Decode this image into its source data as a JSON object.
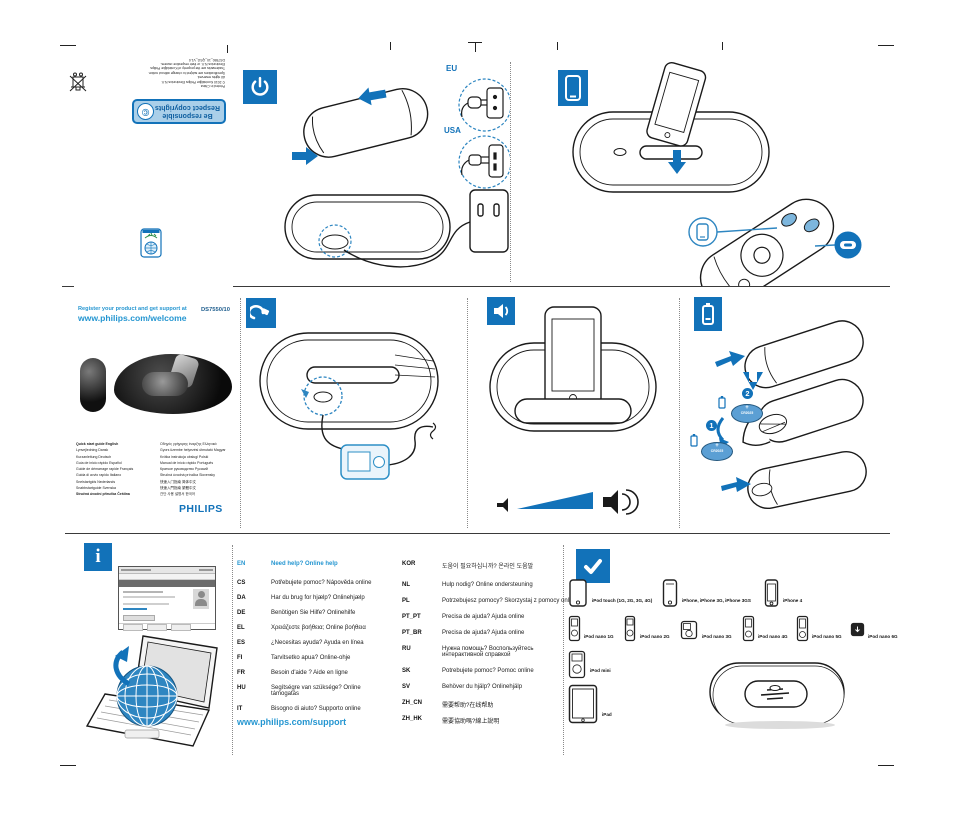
{
  "brand": "PHILIPS",
  "cover": {
    "register_line1": "Register your product and get support at",
    "register_line2": "www.philips.com/welcome",
    "model": "DS7550/10",
    "languages_left": [
      "Quick start guide English",
      "Lynvejledning Dansk",
      "Kurzanleitung Deutsch",
      "Guía de inicio rápido Español",
      "Guide de démarrage rapide Français",
      "Guida di avvio rapido Italiano",
      "Snelstartgids Nederlands",
      "Snabbstartguide Svenska",
      "Stručná úvodní příručka Čeština"
    ],
    "languages_right": [
      "Οδηγός γρήγορης έναρξης Ελληνικά",
      "Gyors üzembe helyezési útmutató Magyar",
      "Krótka instrukcja obsługi Polski",
      "Manual de início rápido Português",
      "Краткое руководство Русский",
      "Stručná úvodná príručka Slovensky",
      "快速入门指南 简体中文",
      "快速入門指南 繁體中文",
      "간단 사용 설명서 한국어"
    ]
  },
  "back": {
    "imprint": [
      "Printed in China",
      "© 2010 Koninklijke Philips Electronics N.V.",
      "All rights reserved.",
      "Specifications are subject to change without notice.",
      "Trademarks are the property of Koninklijke Philips",
      "Electronics N.V. or their respective owners.",
      "DS7550_10_QSG_V1.0"
    ],
    "badge_line1": "Be responsible",
    "badge_line2": "Respect copyrights"
  },
  "plugs": {
    "eu": "EU",
    "usa": "USA"
  },
  "battery": {
    "type": "CR2025",
    "steps": [
      "1",
      "2"
    ]
  },
  "help": {
    "left": [
      {
        "code": "EN",
        "text": "Need help? Online help"
      },
      {
        "code": "CS",
        "text": "Potřebujete pomoc? Nápověda online"
      },
      {
        "code": "DA",
        "text": "Har du brug for hjælp? Onlinehjælp"
      },
      {
        "code": "DE",
        "text": "Benötigen Sie Hilfe? Onlinehilfe"
      },
      {
        "code": "EL",
        "text": "Χρειάζεστε βοήθεια; Online βοήθεια"
      },
      {
        "code": "ES",
        "text": "¿Necesitas ayuda? Ayuda en línea"
      },
      {
        "code": "FI",
        "text": "Tarvitsetko apua? Online-ohje"
      },
      {
        "code": "FR",
        "text": "Besoin d'aide ? Aide en ligne"
      },
      {
        "code": "HU",
        "text": "Segítségre van szüksége? Online támogatás"
      },
      {
        "code": "IT",
        "text": "Bisogno di aiuto? Supporto online"
      }
    ],
    "right": [
      {
        "code": "KOR",
        "text": "도움이 필요하십니까? 온라인 도움말"
      },
      {
        "code": "NL",
        "text": "Hulp nodig? Online ondersteuning"
      },
      {
        "code": "PL",
        "text": "Potrzebujesz pomocy? Skorzystaj z pomocy online"
      },
      {
        "code": "PT_PT",
        "text": "Precisa de ajuda? Ajuda online"
      },
      {
        "code": "PT_BR",
        "text": "Precisa de ajuda? Ajuda online"
      },
      {
        "code": "RU",
        "text": "Нужна помощь? Воспользуйтесь интерактивной справкой"
      },
      {
        "code": "SK",
        "text": "Potrebujete pomoc? Pomoc online"
      },
      {
        "code": "SV",
        "text": "Behöver du hjälp? Onlinehjälp"
      },
      {
        "code": "ZH_CN",
        "text": "需要帮助?在线帮助"
      },
      {
        "code": "ZH_HK",
        "text": "需要協助嗎?線上說明"
      }
    ],
    "support_url": "www.philips.com/support"
  },
  "compat": {
    "row1": [
      "iPod touch (1G, 2G, 3G, 4G)",
      "iPhone, iPhone 3G, iPhone 3GS",
      "iPhone 4"
    ],
    "row2": [
      "iPod nano 1G",
      "iPod nano 2G",
      "iPod nano 3G",
      "iPod nano 4G",
      "iPod nano 5G",
      "iPod nano 6G"
    ],
    "row3": "iPod mini",
    "row4": "iPad"
  },
  "colors": {
    "philips_blue": "#1272b9",
    "link_blue": "#2596d1"
  }
}
